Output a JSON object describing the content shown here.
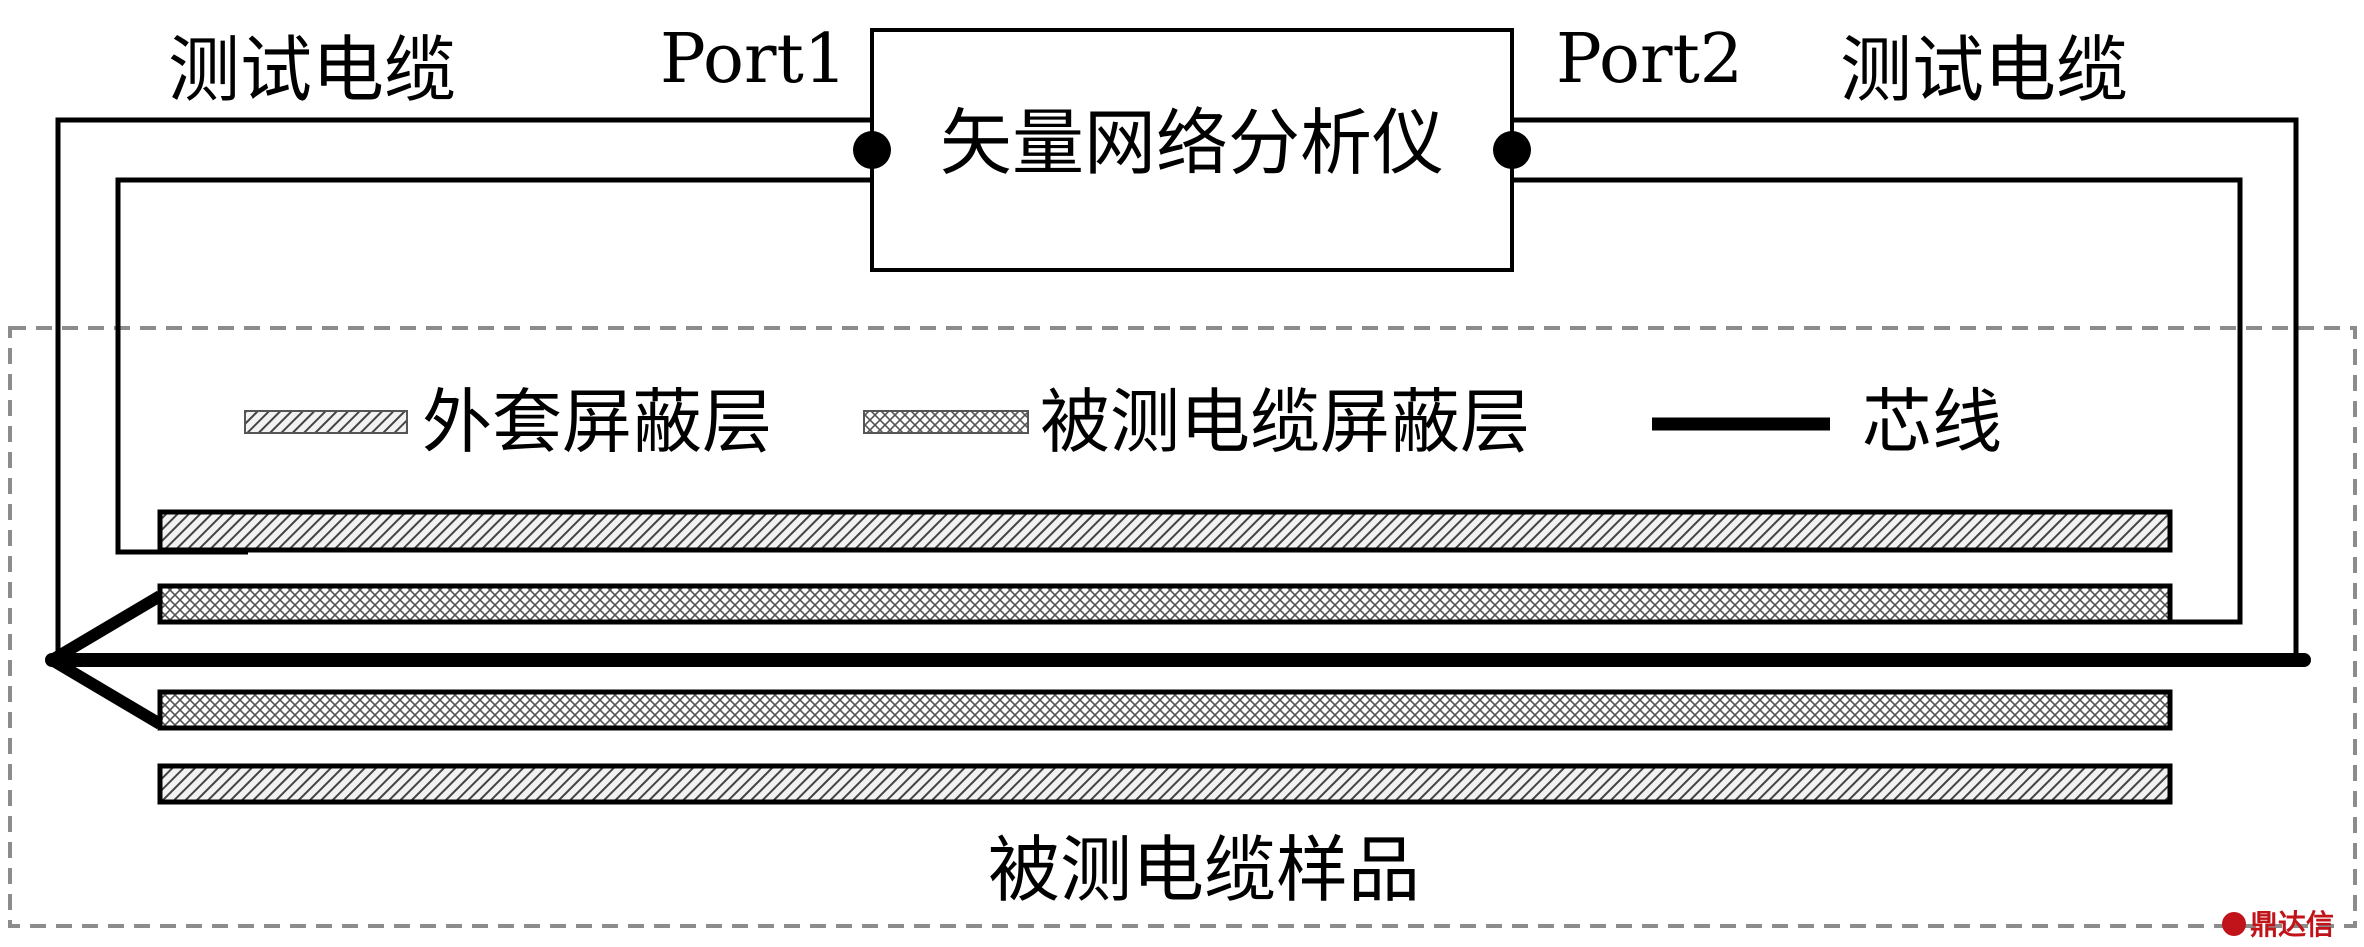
{
  "labels": {
    "left_cable": "测试电缆",
    "right_cable": "测试电缆",
    "port1": "Port1",
    "port2": "Port2",
    "analyzer": "矢量网络分析仪",
    "sample": "被测电缆样品"
  },
  "legend": {
    "outer_sheath": "外套屏蔽层",
    "cable_shield": "被测电缆屏蔽层",
    "core": "芯线"
  },
  "watermark": "鼎达信",
  "colors": {
    "line": "#000000",
    "dashed_box": "#8c8c8c",
    "watermark": "#c0141a"
  }
}
